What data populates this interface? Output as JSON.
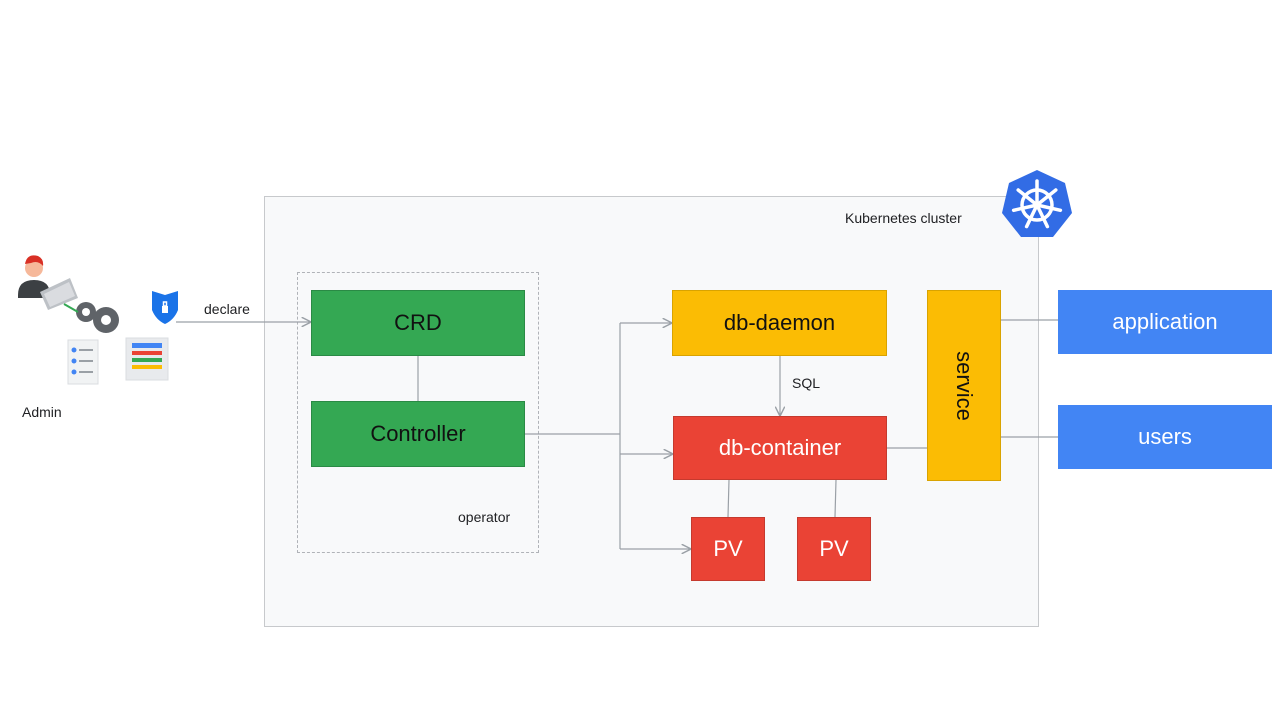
{
  "cluster": {
    "label": "Kubernetes cluster"
  },
  "operator": {
    "label": "operator",
    "crd": "CRD",
    "controller": "Controller"
  },
  "db": {
    "daemon": "db-daemon",
    "container": "db-container",
    "sql": "SQL",
    "pv": [
      "PV",
      "PV"
    ]
  },
  "service": {
    "label": "service"
  },
  "clients": {
    "application": "application",
    "users": "users"
  },
  "admin": {
    "label": "Admin",
    "declare": "declare"
  },
  "colors": {
    "green": "#34a853",
    "yellow": "#fbbc04",
    "red": "#ea4335",
    "blue": "#4285f4",
    "k8s": "#326ce5"
  },
  "icons": [
    "admin-person-icon",
    "laptop-icon",
    "gears-icon",
    "shield-icon",
    "checklist-icon",
    "config-stack-icon",
    "kubernetes-wheel-icon"
  ]
}
